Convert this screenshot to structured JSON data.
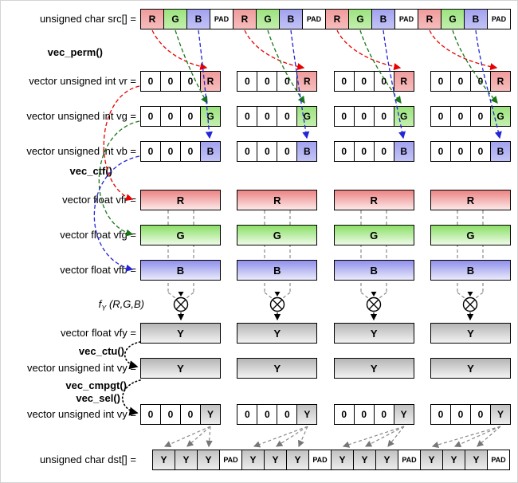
{
  "labels": {
    "src": "unsigned char src[] =",
    "vec_perm": "vec_perm()",
    "vr": "vector unsigned int vr =",
    "vg": "vector unsigned int vg =",
    "vb": "vector unsigned int vb =",
    "vec_ctf": "vec_ctf()",
    "vfr": "vector float vfr =",
    "vfg": "vector float vfg =",
    "vfb": "vector float vfb =",
    "fy_f": "f",
    "fy_sub": "Y",
    "fy_args": "(R,G,B)",
    "vfy": "vector float vfy =",
    "vec_ctu": "vec_ctu()",
    "vy": "vector unsigned int vy =",
    "vec_cmpgt": "vec_cmpgt()",
    "vec_sel": "vec_sel()",
    "vy2": "vector unsigned int vy =",
    "dst": "unsigned char dst[] ="
  },
  "vectors": {
    "src_cells": [
      "R",
      "G",
      "B",
      "PAD",
      "R",
      "G",
      "B",
      "PAD",
      "R",
      "G",
      "B",
      "PAD",
      "R",
      "G",
      "B",
      "PAD"
    ],
    "vr_groups": [
      [
        "0",
        "0",
        "0",
        "R"
      ],
      [
        "0",
        "0",
        "0",
        "R"
      ],
      [
        "0",
        "0",
        "0",
        "R"
      ],
      [
        "0",
        "0",
        "0",
        "R"
      ]
    ],
    "vg_groups": [
      [
        "0",
        "0",
        "0",
        "G"
      ],
      [
        "0",
        "0",
        "0",
        "G"
      ],
      [
        "0",
        "0",
        "0",
        "G"
      ],
      [
        "0",
        "0",
        "0",
        "G"
      ]
    ],
    "vb_groups": [
      [
        "0",
        "0",
        "0",
        "B"
      ],
      [
        "0",
        "0",
        "0",
        "B"
      ],
      [
        "0",
        "0",
        "0",
        "B"
      ],
      [
        "0",
        "0",
        "0",
        "B"
      ]
    ],
    "vfr_bars": [
      "R",
      "R",
      "R",
      "R"
    ],
    "vfg_bars": [
      "G",
      "G",
      "G",
      "G"
    ],
    "vfb_bars": [
      "B",
      "B",
      "B",
      "B"
    ],
    "vfy_bars": [
      "Y",
      "Y",
      "Y",
      "Y"
    ],
    "vy_bars": [
      "Y",
      "Y",
      "Y",
      "Y"
    ],
    "vy2_groups": [
      [
        "0",
        "0",
        "0",
        "Y"
      ],
      [
        "0",
        "0",
        "0",
        "Y"
      ],
      [
        "0",
        "0",
        "0",
        "Y"
      ],
      [
        "0",
        "0",
        "0",
        "Y"
      ]
    ],
    "dst_cells": [
      "Y",
      "Y",
      "Y",
      "PAD",
      "Y",
      "Y",
      "Y",
      "PAD",
      "Y",
      "Y",
      "Y",
      "PAD",
      "Y",
      "Y",
      "Y",
      "PAD"
    ]
  },
  "operator_symbol": "⊗",
  "colors": {
    "red_cell": "#f09c9c",
    "green_cell": "#9ce37e",
    "blue_cell": "#a2a2ef",
    "gray_cell": "#c2c2c2",
    "arrow_red": "#e80000",
    "arrow_green": "#187818",
    "arrow_blue": "#2424d8",
    "arrow_gray": "#888888"
  }
}
